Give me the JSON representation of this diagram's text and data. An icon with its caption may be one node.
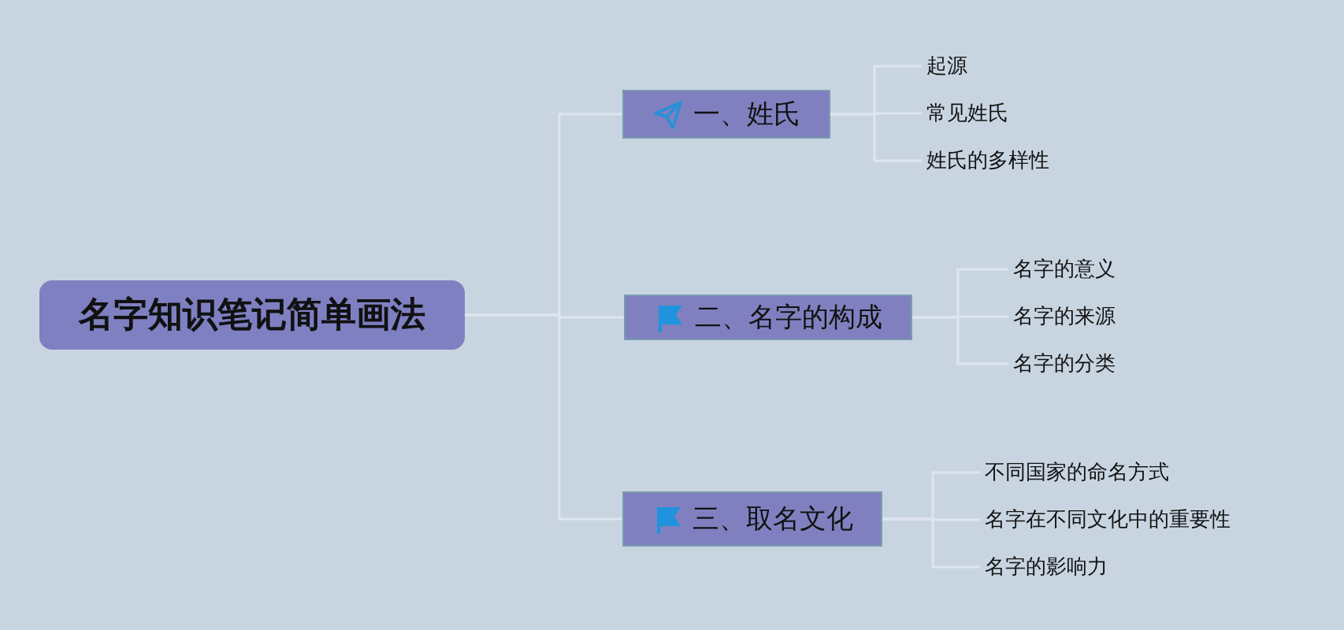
{
  "diagram": {
    "nodes": [
      {
        "text": [
          "名字知识笔记简单画法"
        ]
      },
      {
        "text": [
          "一、姓氏"
        ]
      },
      {
        "text": [
          "二、名字的构成"
        ]
      },
      {
        "text": [
          "三、取名文化"
        ]
      },
      {
        "text": [
          "起源"
        ]
      },
      {
        "text": [
          "常见姓氏"
        ]
      },
      {
        "text": [
          "姓氏的多样性"
        ]
      },
      {
        "text": [
          "名字的意义"
        ]
      },
      {
        "text": [
          "名字的来源"
        ]
      },
      {
        "text": [
          "名字的分类"
        ]
      },
      {
        "text": [
          "不同国家的命名方式"
        ]
      },
      {
        "text": [
          "名字在不同文化中的重要性"
        ]
      },
      {
        "text": [
          "名字的影响力"
        ]
      }
    ],
    "edges": [
      {
        "from": 0,
        "to": 1,
        "arrow": "none"
      },
      {
        "from": 0,
        "to": 2,
        "arrow": "none"
      },
      {
        "from": 0,
        "to": 3,
        "arrow": "none"
      },
      {
        "from": 1,
        "to": 4,
        "arrow": "none"
      },
      {
        "from": 1,
        "to": 5,
        "arrow": "none"
      },
      {
        "from": 1,
        "to": 6,
        "arrow": "none"
      },
      {
        "from": 2,
        "to": 7,
        "arrow": "none"
      },
      {
        "from": 2,
        "to": 8,
        "arrow": "none"
      },
      {
        "from": 2,
        "to": 9,
        "arrow": "none"
      },
      {
        "from": 3,
        "to": 10,
        "arrow": "none"
      },
      {
        "from": 3,
        "to": 11,
        "arrow": "none"
      },
      {
        "from": 3,
        "to": 12,
        "arrow": "none"
      }
    ]
  }
}
